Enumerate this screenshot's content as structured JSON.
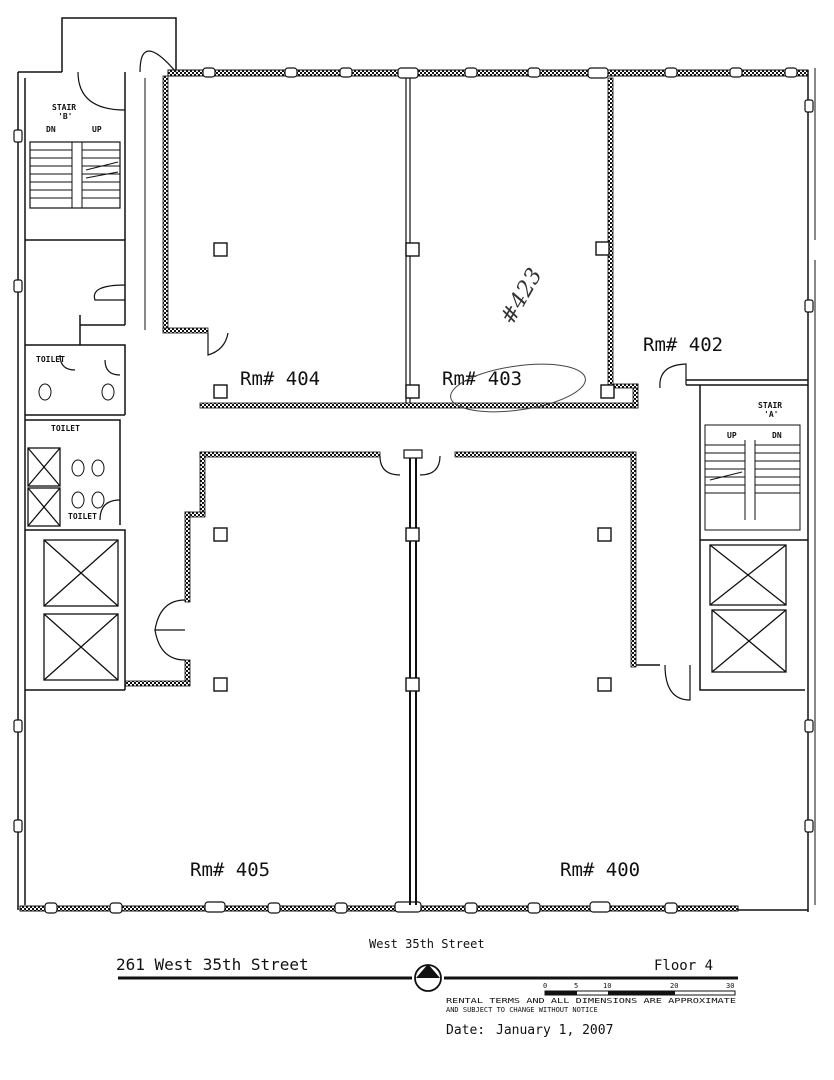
{
  "rooms": {
    "r404": "Rm# 404",
    "r403": "Rm# 403",
    "r402": "Rm# 402",
    "r405": "Rm# 405",
    "r400": "Rm# 400"
  },
  "stair_b": {
    "title": "STAIR",
    "sub": "'B'",
    "dn": "DN",
    "up": "UP"
  },
  "stair_a": {
    "title": "STAIR",
    "sub": "'A'",
    "dn": "DN",
    "up": "UP"
  },
  "toilets": [
    "TOILET",
    "TOILET",
    "TOILET"
  ],
  "handwritten": "#423",
  "footer": {
    "street_top": "West 35th Street",
    "address": "261 West 35th Street",
    "floor": "Floor 4",
    "scale": [
      "0",
      "5",
      "10",
      "20",
      "30"
    ],
    "note_1": "RENTAL TERMS AND ALL DIMENSIONS ARE APPROXIMATE",
    "note_2": "AND SUBJECT TO CHANGE WITHOUT NOTICE",
    "date_label": "Date:",
    "date_value": "January 1, 2007"
  }
}
